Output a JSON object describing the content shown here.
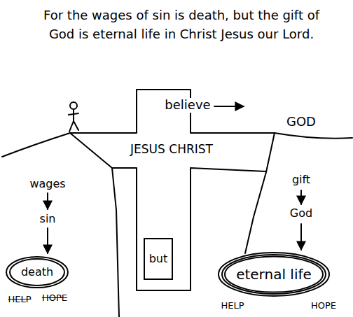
{
  "diagram": {
    "title": "For the wages of sin is death, but the gift of God is eternal life in Christ Jesus our Lord.",
    "nodes": [
      {
        "text": [
          "JESUS CHRIST"
        ]
      },
      {
        "text": [
          "but"
        ],
        "in": 0
      },
      {
        "text": [
          "death"
        ]
      },
      {
        "text": [
          "eternal life"
        ]
      }
    ],
    "labels": [
      "believe",
      "GOD",
      "wages",
      "sin",
      "gift",
      "God",
      "HELP",
      "HOPE",
      "HELP",
      "HOPE"
    ]
  }
}
